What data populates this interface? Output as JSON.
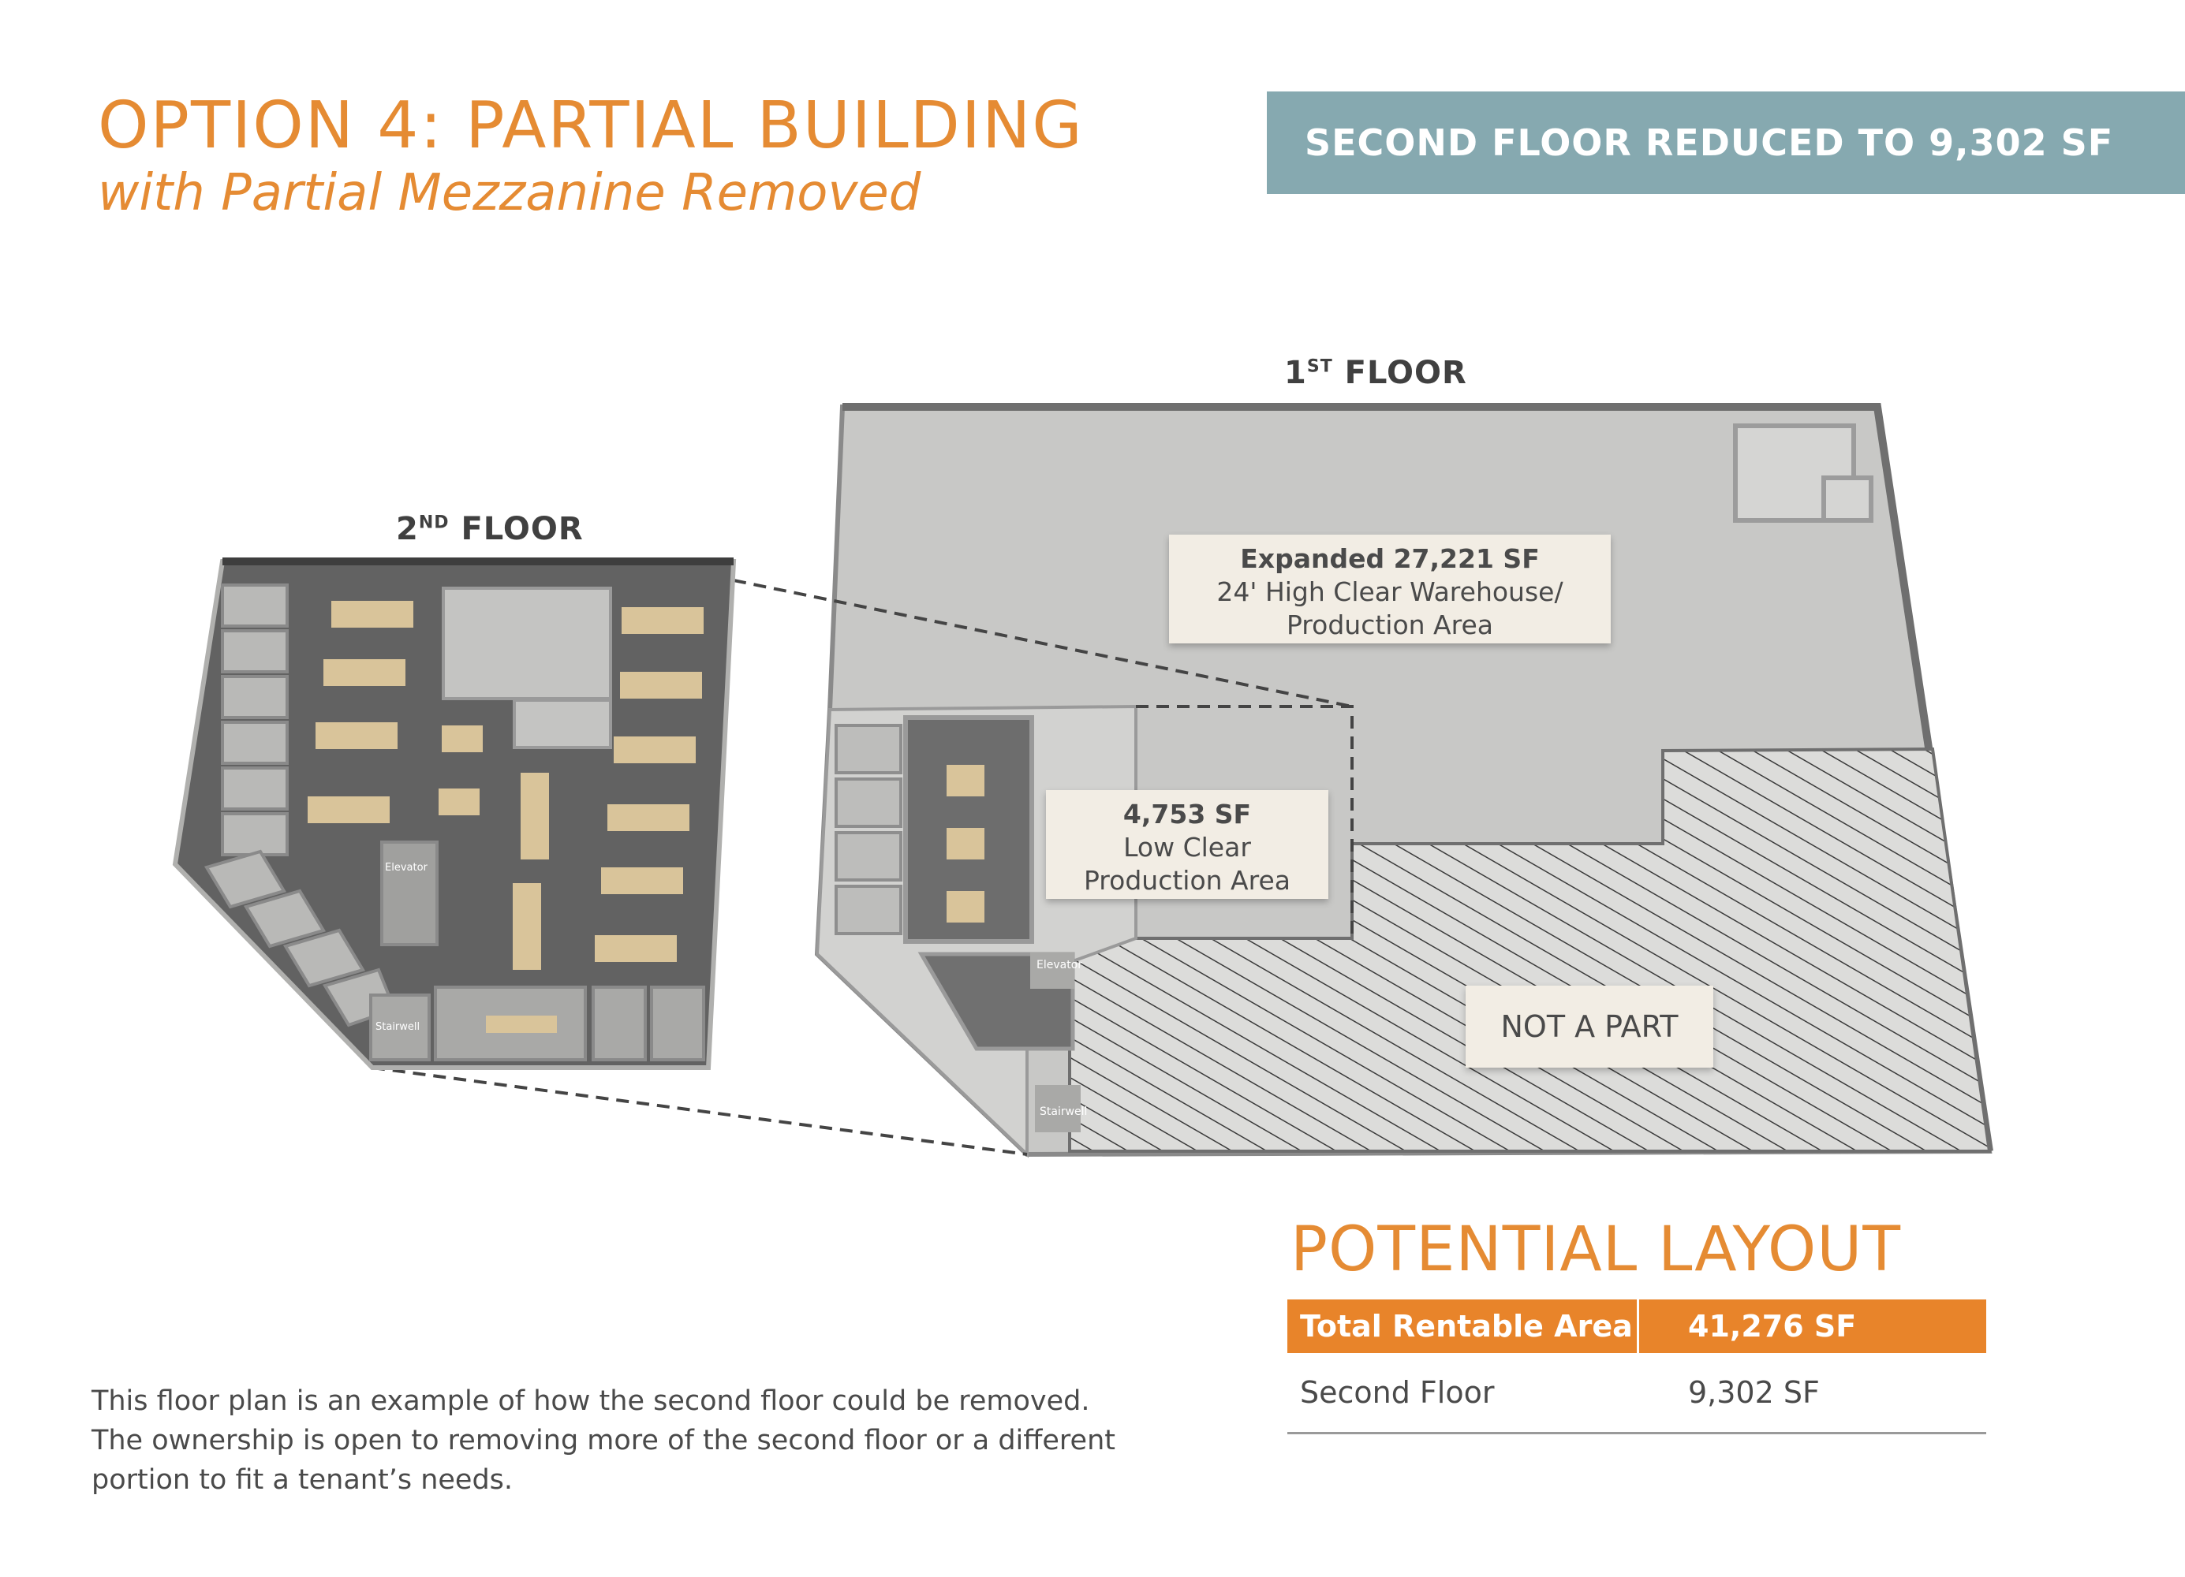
{
  "header": {
    "title": "OPTION 4:  PARTIAL BUILDING",
    "subtitle": "with Partial Mezzanine Removed",
    "banner": "SECOND FLOOR REDUCED TO 9,302 SF"
  },
  "floors": {
    "first": {
      "num": "1",
      "sup": "ST",
      "word": "FLOOR"
    },
    "second": {
      "num": "2",
      "sup": "ND",
      "word": "FLOOR"
    }
  },
  "callouts": {
    "warehouse": {
      "line1": "Expanded 27,221 SF",
      "line2": "24' High Clear Warehouse/",
      "line3": "Production Area"
    },
    "production": {
      "line1": "4,753 SF",
      "line2": "Low Clear",
      "line3": "Production Area"
    },
    "not_a_part": "NOT A PART"
  },
  "plan_labels": {
    "elevator": "Elevator",
    "stairwell": "Stairwell"
  },
  "layout": {
    "title": "POTENTIAL LAYOUT",
    "header": {
      "label": "Total Rentable Area",
      "value": "41,276 SF"
    },
    "rows": [
      {
        "label": "Second Floor",
        "value": "9,302 SF"
      }
    ]
  },
  "note": {
    "line1": "This floor plan is an example of how the second floor could be removed.",
    "line2": "The ownership is open to removing more of the second floor or a different",
    "line3": "portion to fit a tenant’s needs."
  },
  "colors": {
    "accent_orange": "#e58b33",
    "banner_teal": "#86a9b0",
    "floor_gray": "#c9c9c7",
    "office_gray": "#6b6b6b"
  }
}
